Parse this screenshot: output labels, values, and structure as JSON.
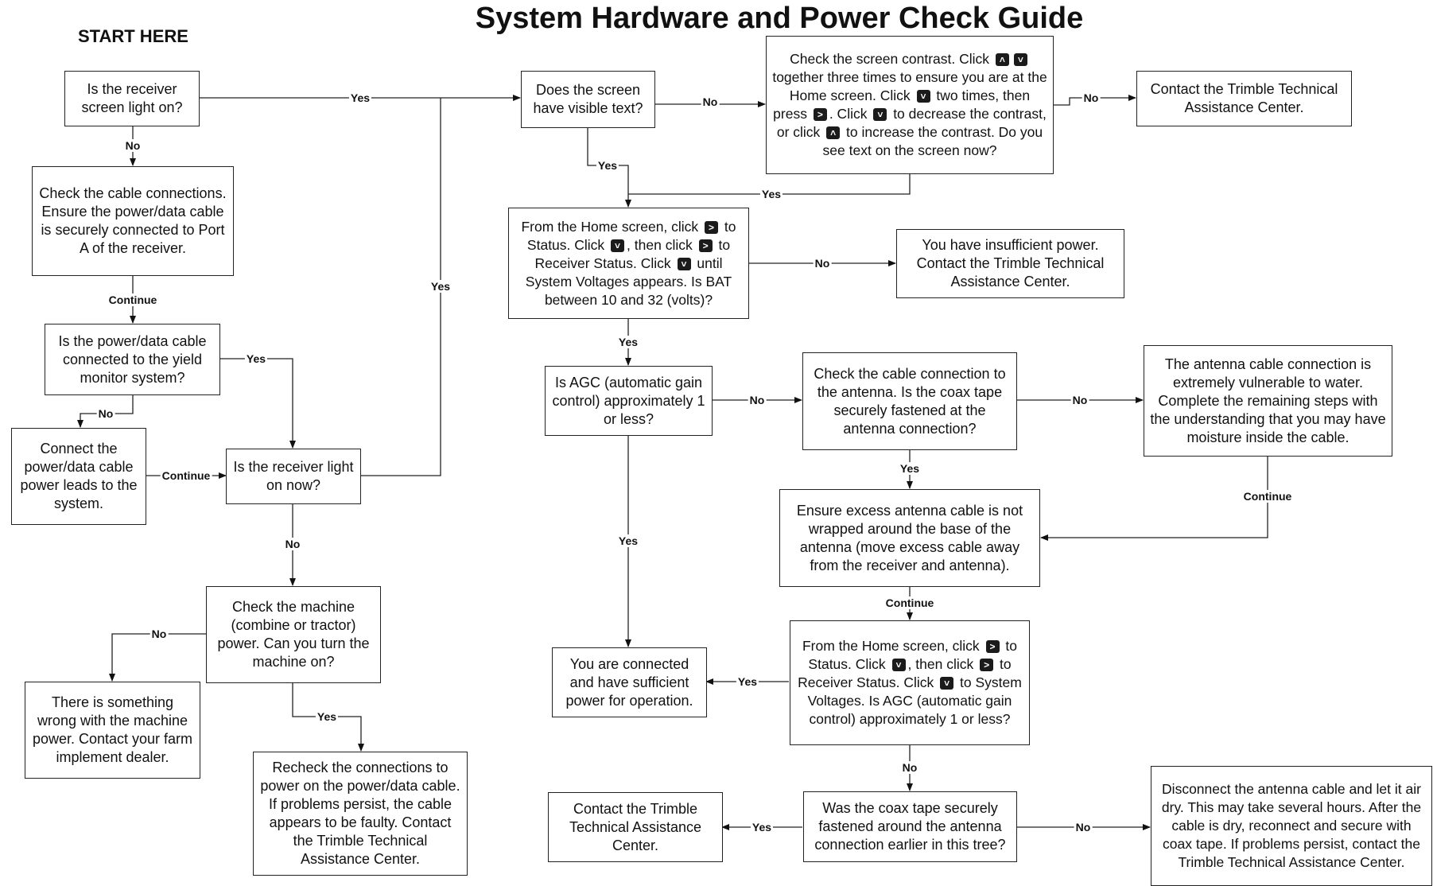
{
  "title": "System Hardware and Power Check Guide",
  "start_label": "START HERE",
  "nodes": {
    "n1": "Is the receiver screen light on?",
    "n2": "Check the cable connections. Ensure the power/data cable is securely connected to Port A of the receiver.",
    "n3": "Is the power/data cable connected to the yield monitor system?",
    "n4": "Connect the power/data cable power leads to the system.",
    "n5": "Is the receiver light on now?",
    "n6": "Check the machine (combine or tractor) power. Can you turn the machine on?",
    "n7": "There is something wrong with the machine power. Contact your farm implement dealer.",
    "n8": "Recheck the connections to power on the power/data cable. If problems persist, the cable appears to be faulty. Contact the Trimble Technical Assistance Center.",
    "n9": "Does the screen have visible text?",
    "n10": [
      {
        "t": "Check the screen contrast. Click "
      },
      {
        "k": "˄"
      },
      {
        "k": "˅"
      },
      {
        "t": " together three times to ensure you are at the Home screen. Click "
      },
      {
        "k": "˅"
      },
      {
        "t": " two times, then press "
      },
      {
        "k": ">"
      },
      {
        "t": ". Click "
      },
      {
        "k": "˅"
      },
      {
        "t": " to decrease the contrast, or click "
      },
      {
        "k": "˄"
      },
      {
        "t": " to increase the contrast. Do you see text on the screen now?"
      }
    ],
    "n11": "Contact the Trimble Technical Assistance Center.",
    "n12": [
      {
        "t": "From the Home screen, click "
      },
      {
        "k": ">"
      },
      {
        "t": " to Status. Click "
      },
      {
        "k": "˅"
      },
      {
        "t": ", then click "
      },
      {
        "k": ">"
      },
      {
        "t": " to Receiver Status. Click "
      },
      {
        "k": "˅"
      },
      {
        "t": " until System Voltages appears. Is BAT between 10 and 32 (volts)?"
      }
    ],
    "n13": "You have insufficient power. Contact the Trimble Technical Assistance Center.",
    "n14": "Is AGC (automatic gain control) approximately 1 or less?",
    "n15": "Check the cable connection to the antenna. Is the coax tape securely fastened at the antenna connection?",
    "n16": "The antenna cable connection is extremely vulnerable to water. Complete the remaining steps with the understanding that you may have moisture inside the cable.",
    "n17": "Ensure excess antenna cable is not wrapped around the base of the antenna (move excess cable away from the receiver and antenna).",
    "n18": [
      {
        "t": "From the Home screen, click "
      },
      {
        "k": ">"
      },
      {
        "t": " to Status. Click "
      },
      {
        "k": "˅"
      },
      {
        "t": ", then click "
      },
      {
        "k": ">"
      },
      {
        "t": " to Receiver Status. Click "
      },
      {
        "k": "˅"
      },
      {
        "t": " to System Voltages. Is AGC (automatic gain control) approximately 1 or less?"
      }
    ],
    "n19": "You are connected and have sufficient power for operation.",
    "n20": "Was the coax tape securely fastened around the antenna connection earlier in this tree?",
    "n21": "Contact the Trimble Technical Assistance Center.",
    "n22": "Disconnect the antenna cable and let it air dry. This may take several hours. After the cable is dry, reconnect and secure with coax tape. If problems persist, contact the Trimble Technical Assistance Center."
  },
  "edge_labels": {
    "e1": "Yes",
    "e2": "No",
    "e3": "Continue",
    "e4": "Yes",
    "e5": "No",
    "e6": "Continue",
    "e7": "Yes",
    "e8": "No",
    "e9": "No",
    "e10": "Yes",
    "e11": "No",
    "e12": "No",
    "e13": "Yes",
    "e14": "Yes",
    "e15": "No",
    "e16": "Yes",
    "e17": "No",
    "e18": "No",
    "e19": "Yes",
    "e20": "Continue",
    "e21": "Continue",
    "e22": "Yes",
    "e23": "No",
    "e24": "Yes",
    "e25": "No"
  }
}
